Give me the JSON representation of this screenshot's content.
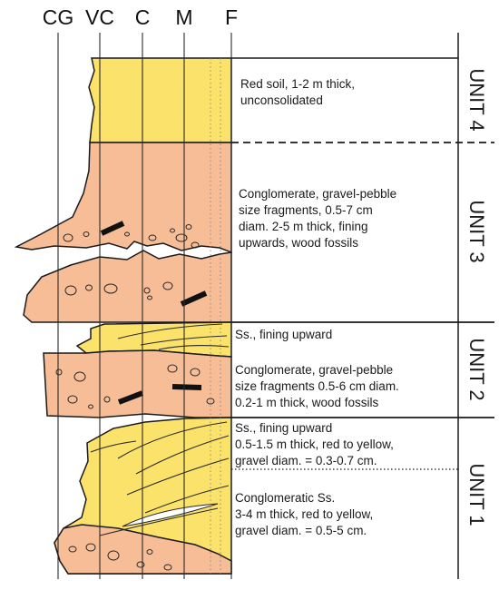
{
  "grain_size_headers": [
    "CG",
    "VC",
    "C",
    "M",
    "F"
  ],
  "units": [
    {
      "label": "UNIT 4",
      "descriptions": [
        {
          "lines": [
            "Red soil, 1-2 m thick,",
            "unconsolidated"
          ]
        }
      ]
    },
    {
      "label": "UNIT 3",
      "descriptions": [
        {
          "lines": [
            "Conglomerate, gravel-pebble",
            "size fragments, 0.5-7 cm",
            "diam. 2-5 m thick, fining",
            "upwards, wood fossils"
          ]
        }
      ]
    },
    {
      "label": "UNIT 2",
      "descriptions": [
        {
          "lines": [
            "Ss., fining upward"
          ]
        },
        {
          "lines": [
            "Conglomerate, gravel-pebble",
            "size fragments 0.5-6 cm diam.",
            "0.2-1 m thick, wood fossils"
          ]
        }
      ]
    },
    {
      "label": "UNIT 1",
      "descriptions": [
        {
          "lines": [
            "Ss., fining upward",
            "0.5-1.5 m thick, red to yellow,",
            "gravel diam. = 0.3-0.7 cm."
          ]
        },
        {
          "lines": [
            "Conglomeratic Ss.",
            "3-4 m thick, red to yellow,",
            "gravel diam. = 0.5-5 cm."
          ]
        }
      ]
    }
  ],
  "colors": {
    "sandstone": "#fbe26a",
    "conglomerate": "#f6bd97",
    "outline": "#1a1a1a"
  }
}
